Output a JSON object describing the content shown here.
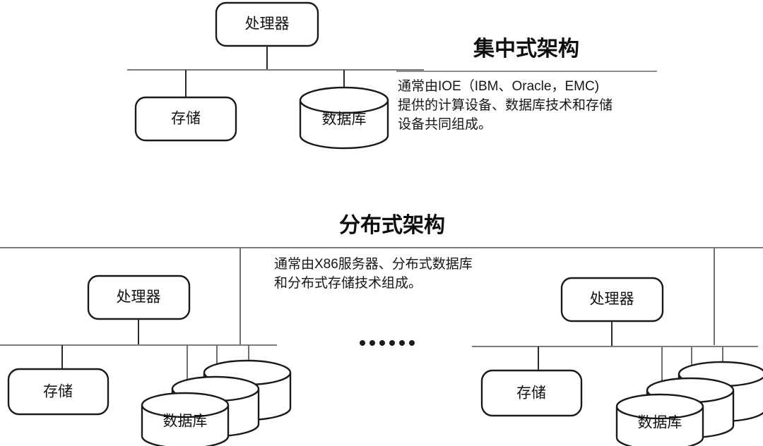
{
  "centralized": {
    "title": "集中式架构",
    "description_lines": [
      "通常由IOE（IBM、Oracle，EMC)",
      "提供的计算设备、数据库技术和存储",
      "设备共同组成。"
    ],
    "nodes": {
      "processor": "处理器",
      "storage": "存储",
      "database": "数据库"
    }
  },
  "distributed": {
    "title": "分布式架构",
    "description_lines": [
      "通常由X86服务器、分布式数据库",
      "和分布式存储技术组成。"
    ],
    "ellipsis": "……",
    "cluster_left": {
      "processor": "处理器",
      "storage": "存储",
      "database": "数据库"
    },
    "cluster_right": {
      "processor": "处理器",
      "storage": "存储",
      "database": "数据库"
    }
  },
  "colors": {
    "stroke_dark": "#1a1a1a",
    "stroke_gray": "#7d7d7d",
    "text": "#111111",
    "background": "#ffffff"
  }
}
